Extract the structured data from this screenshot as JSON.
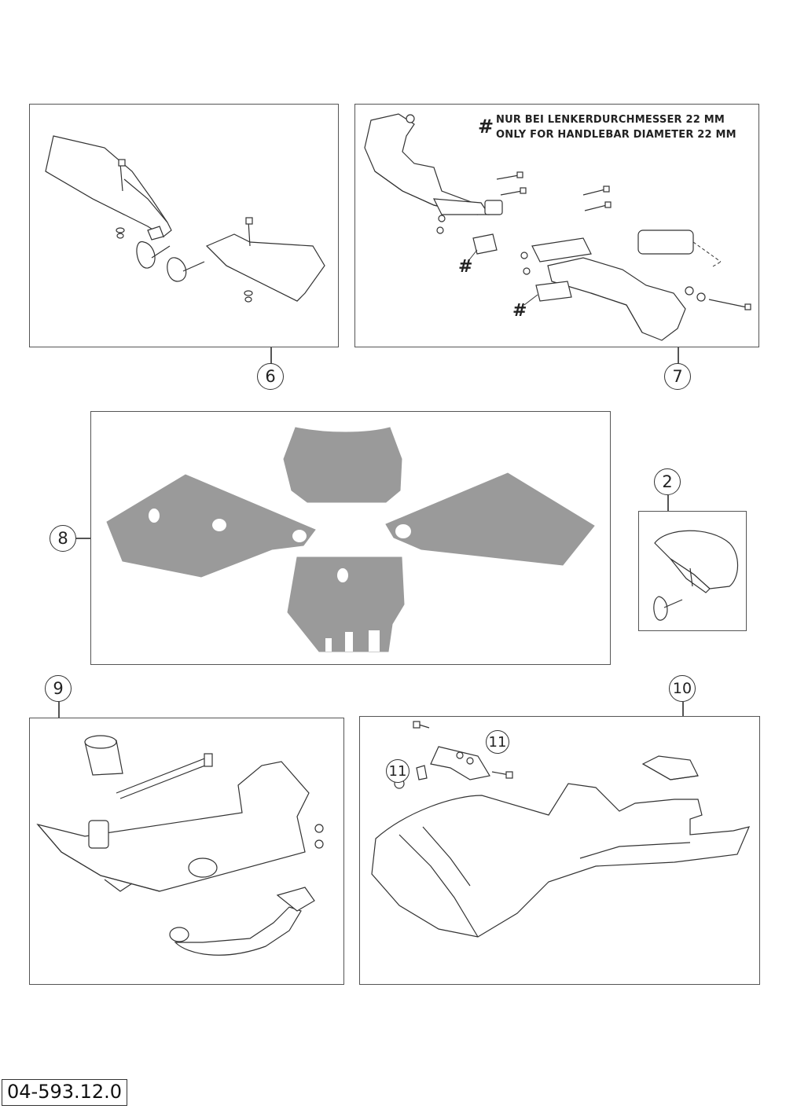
{
  "callouts": {
    "c6": "6",
    "c7": "7",
    "c2": "2",
    "c8": "8",
    "c9": "9",
    "c10": "10",
    "c11a": "11",
    "c11b": "11"
  },
  "note": {
    "symbol": "#",
    "line1": "NUR BEI LENKERDURCHMESSER 22 MM",
    "line2": "ONLY FOR HANDLEBAR DIAMETER 22 MM"
  },
  "marker_symbol": "#",
  "document_number": "04-593.12.0",
  "colors": {
    "line": "#333333",
    "decal_fill": "#9a9a9a",
    "panel_border": "#555555"
  }
}
